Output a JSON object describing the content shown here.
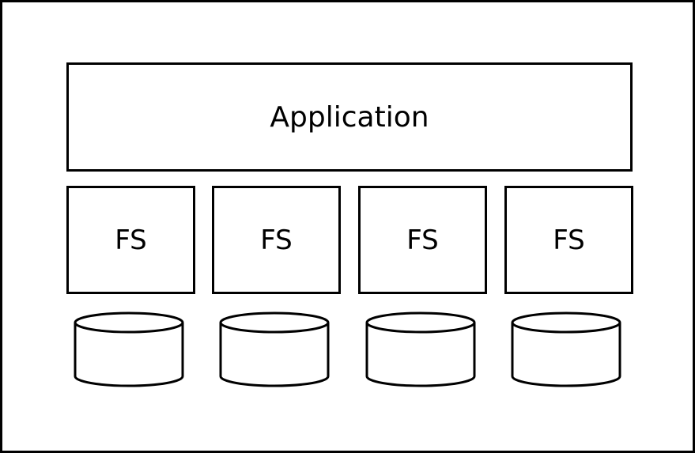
{
  "diagram": {
    "application": {
      "label": "Application"
    },
    "filesystems": [
      {
        "label": "FS"
      },
      {
        "label": "FS"
      },
      {
        "label": "FS"
      },
      {
        "label": "FS"
      }
    ],
    "disks": [
      {
        "icon": "disk-cylinder-icon"
      },
      {
        "icon": "disk-cylinder-icon"
      },
      {
        "icon": "disk-cylinder-icon"
      },
      {
        "icon": "disk-cylinder-icon"
      }
    ]
  }
}
